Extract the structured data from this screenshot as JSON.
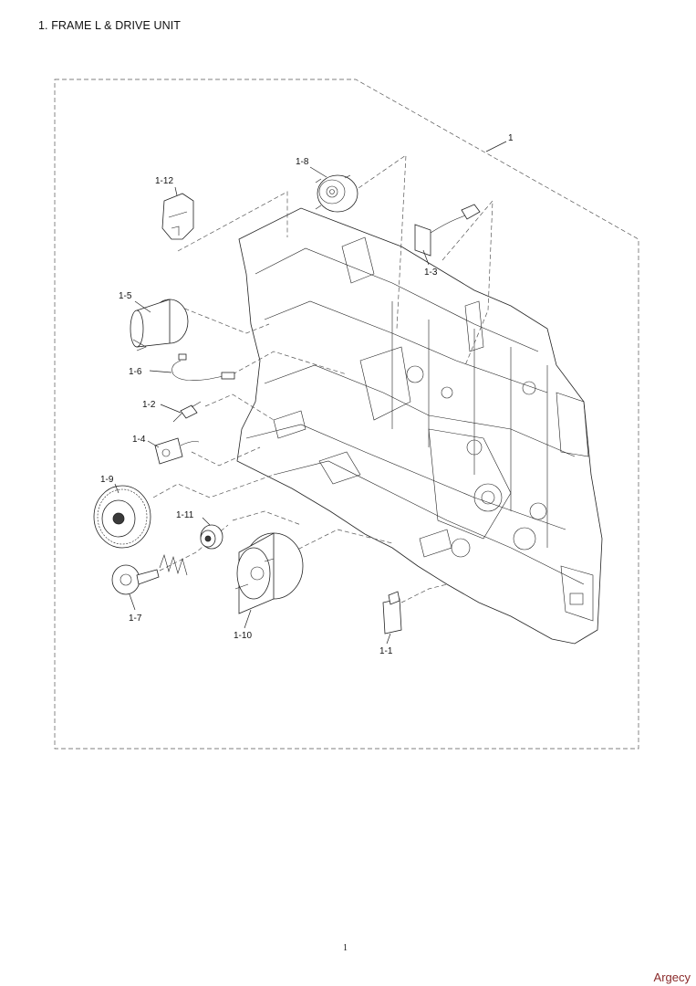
{
  "page": {
    "title": "1. FRAME L & DRIVE UNIT",
    "page_number": "1",
    "watermark": "Argecy"
  },
  "callouts": [
    {
      "id": "1",
      "text": "1"
    },
    {
      "id": "1-1",
      "text": "1-1"
    },
    {
      "id": "1-2",
      "text": "1-2"
    },
    {
      "id": "1-3",
      "text": "1-3"
    },
    {
      "id": "1-4",
      "text": "1-4"
    },
    {
      "id": "1-5",
      "text": "1-5"
    },
    {
      "id": "1-6",
      "text": "1-6"
    },
    {
      "id": "1-7",
      "text": "1-7"
    },
    {
      "id": "1-8",
      "text": "1-8"
    },
    {
      "id": "1-9",
      "text": "1-9"
    },
    {
      "id": "1-10",
      "text": "1-10"
    },
    {
      "id": "1-11",
      "text": "1-11"
    },
    {
      "id": "1-12",
      "text": "1-12"
    }
  ]
}
